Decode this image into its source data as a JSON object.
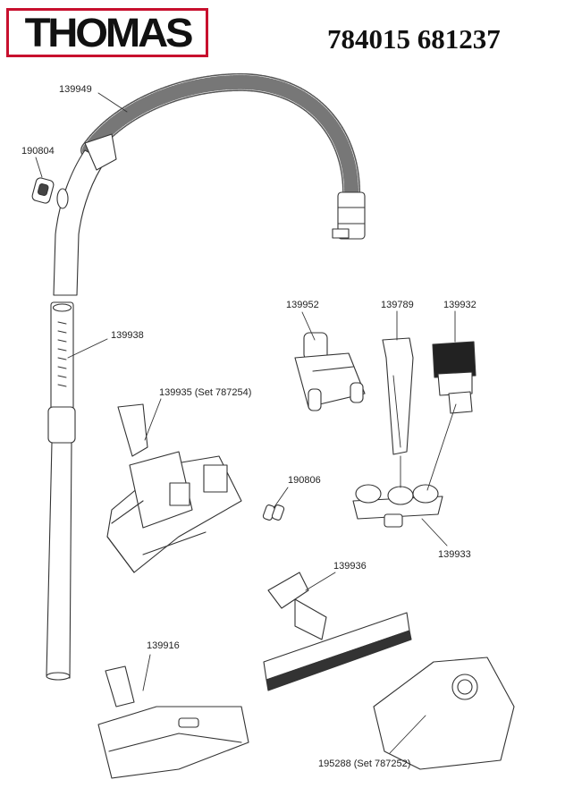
{
  "brand": {
    "logo_text": "THOMAS",
    "frame_color": "#c8102e"
  },
  "model_number": "784015 681237",
  "parts": [
    {
      "number": "139949",
      "name_icon": "hose-icon"
    },
    {
      "number": "190804",
      "name_icon": "slider-clip-icon"
    },
    {
      "number": "139938",
      "name_icon": "telescopic-tube-icon"
    },
    {
      "number": "139952",
      "name_icon": "turbo-brush-icon"
    },
    {
      "number": "139789",
      "name_icon": "crevice-tool-icon"
    },
    {
      "number": "139932",
      "name_icon": "dusting-brush-icon"
    },
    {
      "number": "139935 (Set 787254)",
      "name_icon": "floor-nozzle-icon"
    },
    {
      "number": "190806",
      "name_icon": "wheel-set-icon"
    },
    {
      "number": "139933",
      "name_icon": "accessory-holder-icon"
    },
    {
      "number": "139936",
      "name_icon": "parquet-brush-icon"
    },
    {
      "number": "139916",
      "name_icon": "turbo-nozzle-icon"
    },
    {
      "number": "195288 (Set 787252)",
      "name_icon": "dust-bag-icon"
    }
  ]
}
